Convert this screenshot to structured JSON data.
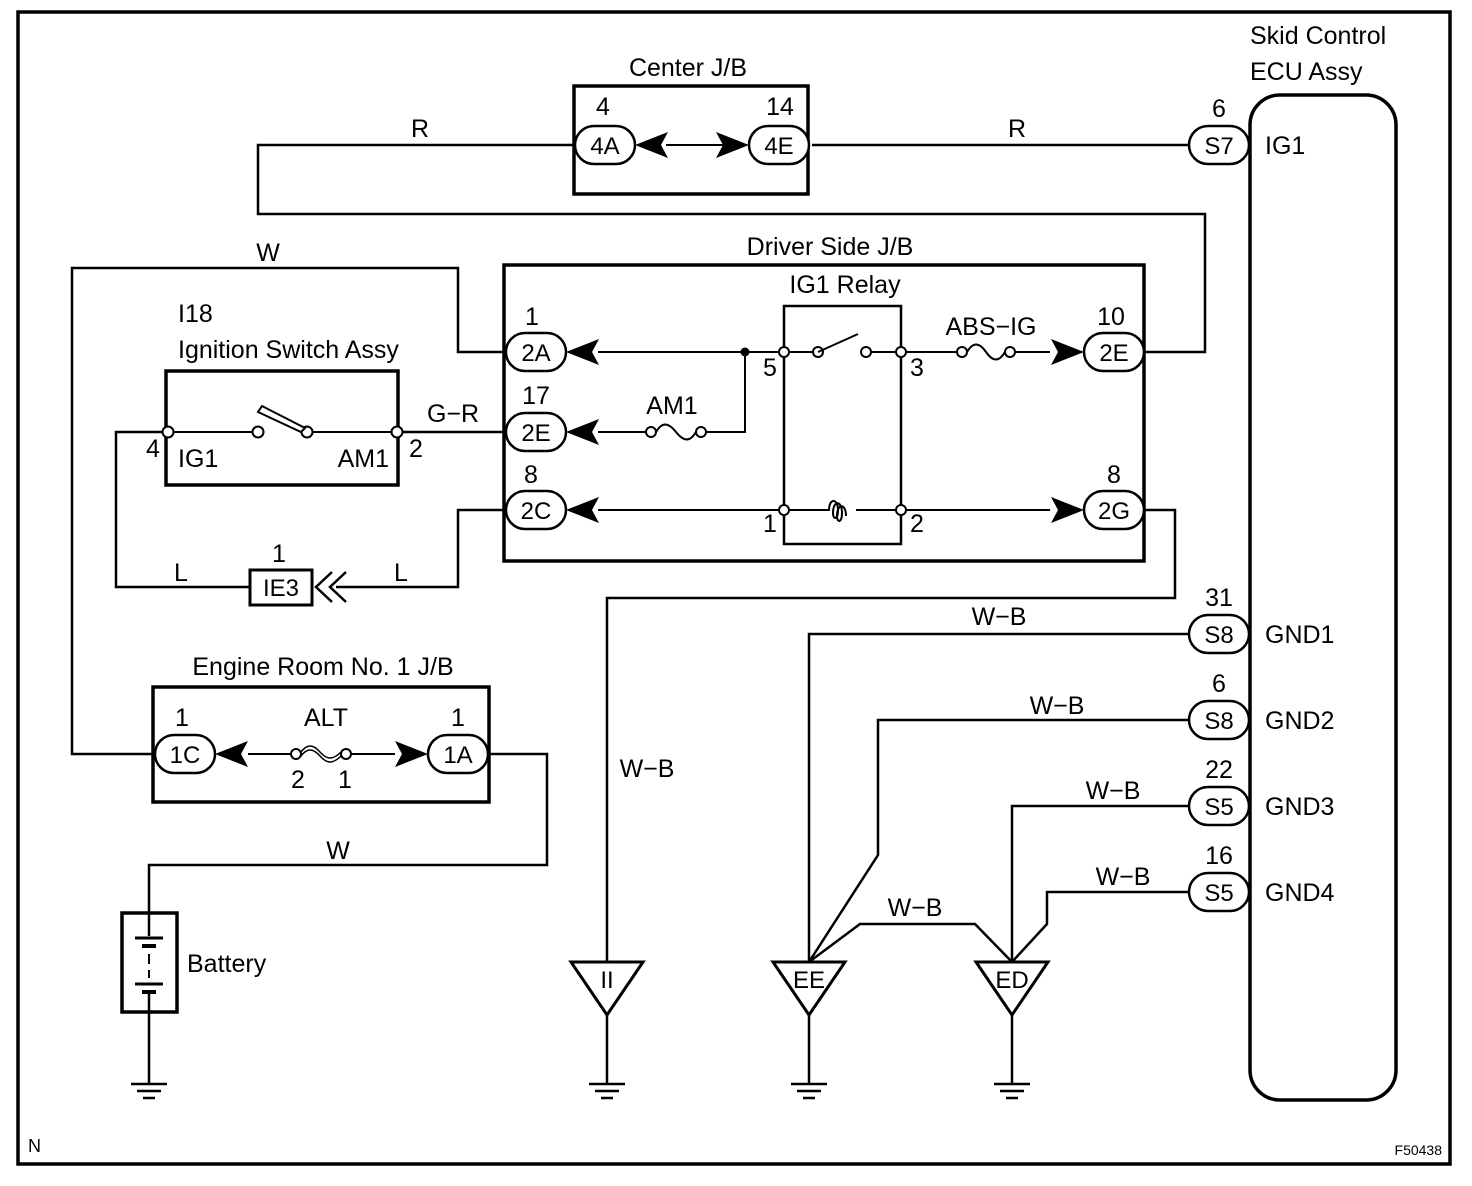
{
  "components": {
    "center_jb": "Center J/B",
    "skid_ecu_line1": "Skid Control",
    "skid_ecu_line2": "ECU Assy",
    "driver_jb": "Driver Side J/B",
    "ig1_relay": "IG1 Relay",
    "ign_code": "I18",
    "ign_name": "Ignition Switch Assy",
    "ign_ig1": "IG1",
    "ign_am1": "AM1",
    "engine_jb": "Engine Room No. 1 J/B",
    "alt_fuse": "ALT",
    "am1_fuse": "AM1",
    "abs_fuse": "ABS−IG",
    "battery": "Battery"
  },
  "connectors": {
    "c_4a": "4A",
    "c_4a_pin": "4",
    "c_4e": "4E",
    "c_4e_pin": "14",
    "s7": "S7",
    "s7_pin": "6",
    "s7_sig": "IG1",
    "d_2a": "2A",
    "d_2a_pin": "1",
    "d_2e_left": "2E",
    "d_2e_left_pin": "17",
    "d_2c": "2C",
    "d_2c_pin": "8",
    "d_2e_right": "2E",
    "d_2e_right_pin": "10",
    "d_2g": "2G",
    "d_2g_pin": "8",
    "ie3": "IE3",
    "ie3_pin": "1",
    "e_1c": "1C",
    "e_1c_pin": "1",
    "e_1a": "1A",
    "e_1a_pin": "1",
    "s8a": "S8",
    "s8a_pin": "31",
    "s8a_sig": "GND1",
    "s8b": "S8",
    "s8b_pin": "6",
    "s8b_sig": "GND2",
    "s5a": "S5",
    "s5a_pin": "22",
    "s5a_sig": "GND3",
    "s5b": "S5",
    "s5b_pin": "16",
    "s5b_sig": "GND4"
  },
  "pins": {
    "relay_5": "5",
    "relay_3": "3",
    "relay_1": "1",
    "relay_2": "2",
    "ign_4": "4",
    "ign_2": "2",
    "alt_2": "2",
    "alt_1": "1"
  },
  "wires": {
    "r_left": "R",
    "r_right": "R",
    "w_top": "W",
    "g_r": "G−R",
    "l_left": "L",
    "l_right": "L",
    "w_battery": "W",
    "wb_ii": "W−B",
    "wb_gnd1": "W−B",
    "wb_gnd2": "W−B",
    "wb_gnd3": "W−B",
    "wb_gnd4": "W−B",
    "wb_ee_ed": "W−B"
  },
  "grounds": {
    "ii": "II",
    "ee": "EE",
    "ed": "ED"
  },
  "footer": {
    "corner": "N",
    "figure_id": "F50438"
  }
}
